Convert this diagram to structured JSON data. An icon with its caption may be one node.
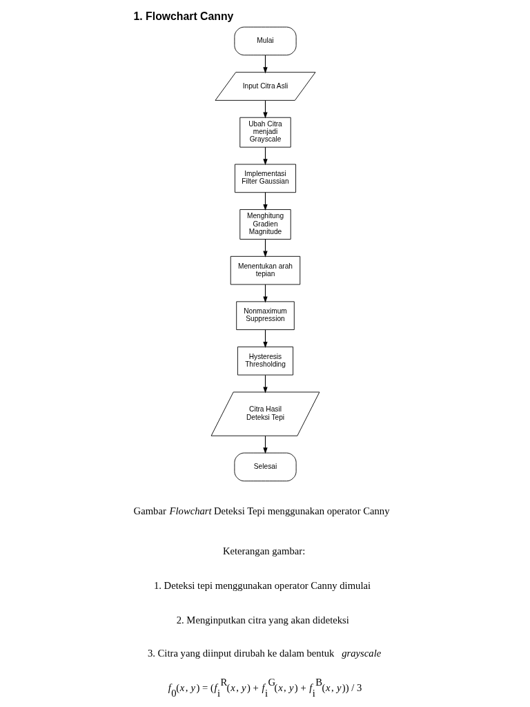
{
  "diagram": {
    "title": "1. Flowchart Canny",
    "caption": "Gambar *Flowchart* Deteksi Tepi menggunakan operator Canny",
    "nodes": [
      {
        "text": [
          "Mulai"
        ]
      },
      {
        "text": [
          "Input Citra Asli"
        ]
      },
      {
        "text": [
          "Ubah Citra menjadi Grayscale"
        ]
      },
      {
        "text": [
          "Implementasi Filter Gaussian"
        ]
      },
      {
        "text": [
          "Menghitung Gradien Magnitude"
        ]
      },
      {
        "text": [
          "Menentukan arah tepian"
        ]
      },
      {
        "text": [
          "Nonmaximum Suppression"
        ]
      },
      {
        "text": [
          "Hysteresis Thresholding"
        ]
      },
      {
        "text": [
          "Citra Hasil Deteksi Tepi"
        ]
      },
      {
        "text": [
          "Selesai"
        ]
      }
    ],
    "edges": [
      {
        "from": 0,
        "to": 1,
        "arrow": "to"
      },
      {
        "from": 1,
        "to": 2,
        "arrow": "to"
      },
      {
        "from": 2,
        "to": 3,
        "arrow": "to"
      },
      {
        "from": 3,
        "to": 4,
        "arrow": "to"
      },
      {
        "from": 4,
        "to": 5,
        "arrow": "to"
      },
      {
        "from": 5,
        "to": 6,
        "arrow": "to"
      },
      {
        "from": 6,
        "to": 7,
        "arrow": "to"
      },
      {
        "from": 7,
        "to": 8,
        "arrow": "to"
      },
      {
        "from": 8,
        "to": 9,
        "arrow": "to"
      }
    ],
    "labels": [
      "Keterangan gambar:",
      "1. Deteksi tepi menggunakan operator Canny dimulai",
      "2. Menginputkan citra yang akan dideteksi",
      "3. Citra yang diinput dirubah ke dalam bentuk *grayscale*",
      "*f*$_{0}$(*x*, *y*) = (*f*$_{i}$$^{R}$(*x*, *y*) + *f*$_{i}$$^{G}$(*x*, *y*) + *f*$_{i}$$^{B}$(*x*, *y*)) / 3"
    ]
  }
}
